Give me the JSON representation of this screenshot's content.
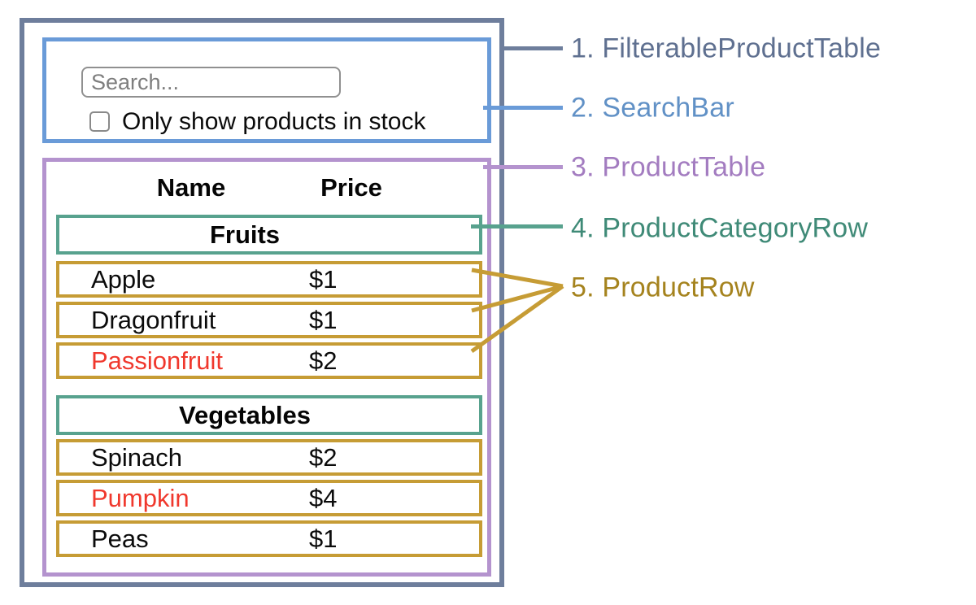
{
  "search_bar": {
    "input_placeholder": "Search...",
    "checkbox_label": "Only show products in stock",
    "checkbox_checked": false
  },
  "product_table": {
    "columns": [
      "Name",
      "Price"
    ],
    "sections": [
      {
        "category": "Fruits",
        "rows": [
          {
            "name": "Apple",
            "price": "$1",
            "out_of_stock": false
          },
          {
            "name": "Dragonfruit",
            "price": "$1",
            "out_of_stock": false
          },
          {
            "name": "Passionfruit",
            "price": "$2",
            "out_of_stock": true
          }
        ]
      },
      {
        "category": "Vegetables",
        "rows": [
          {
            "name": "Spinach",
            "price": "$2",
            "out_of_stock": false
          },
          {
            "name": "Pumpkin",
            "price": "$4",
            "out_of_stock": true
          },
          {
            "name": "Peas",
            "price": "$1",
            "out_of_stock": false
          }
        ]
      }
    ]
  },
  "legend": {
    "items": [
      {
        "text": "1. FilterableProductTable",
        "color": "#5f7090"
      },
      {
        "text": "2. SearchBar",
        "color": "#6191c6"
      },
      {
        "text": "3. ProductTable",
        "color": "#a37cc0"
      },
      {
        "text": "4. ProductCategoryRow",
        "color": "#3f8a77"
      },
      {
        "text": "5. ProductRow",
        "color": "#a5831e"
      }
    ]
  },
  "colors": {
    "filterable_product_table_border": "#6e7e9c",
    "search_bar_border": "#6a9bd8",
    "product_table_border": "#b493ce",
    "product_category_row_border": "#58a28e",
    "product_row_border": "#c69c35",
    "out_of_stock_text": "#f0382d"
  }
}
